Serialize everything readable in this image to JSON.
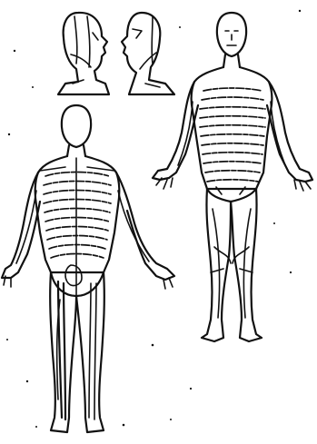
{
  "figure": {
    "ink_color": "#111111",
    "background_color": "#ffffff",
    "views": [
      {
        "name": "head-left-profile"
      },
      {
        "name": "head-right-profile"
      },
      {
        "name": "body-anterior"
      },
      {
        "name": "body-posterior"
      }
    ]
  }
}
